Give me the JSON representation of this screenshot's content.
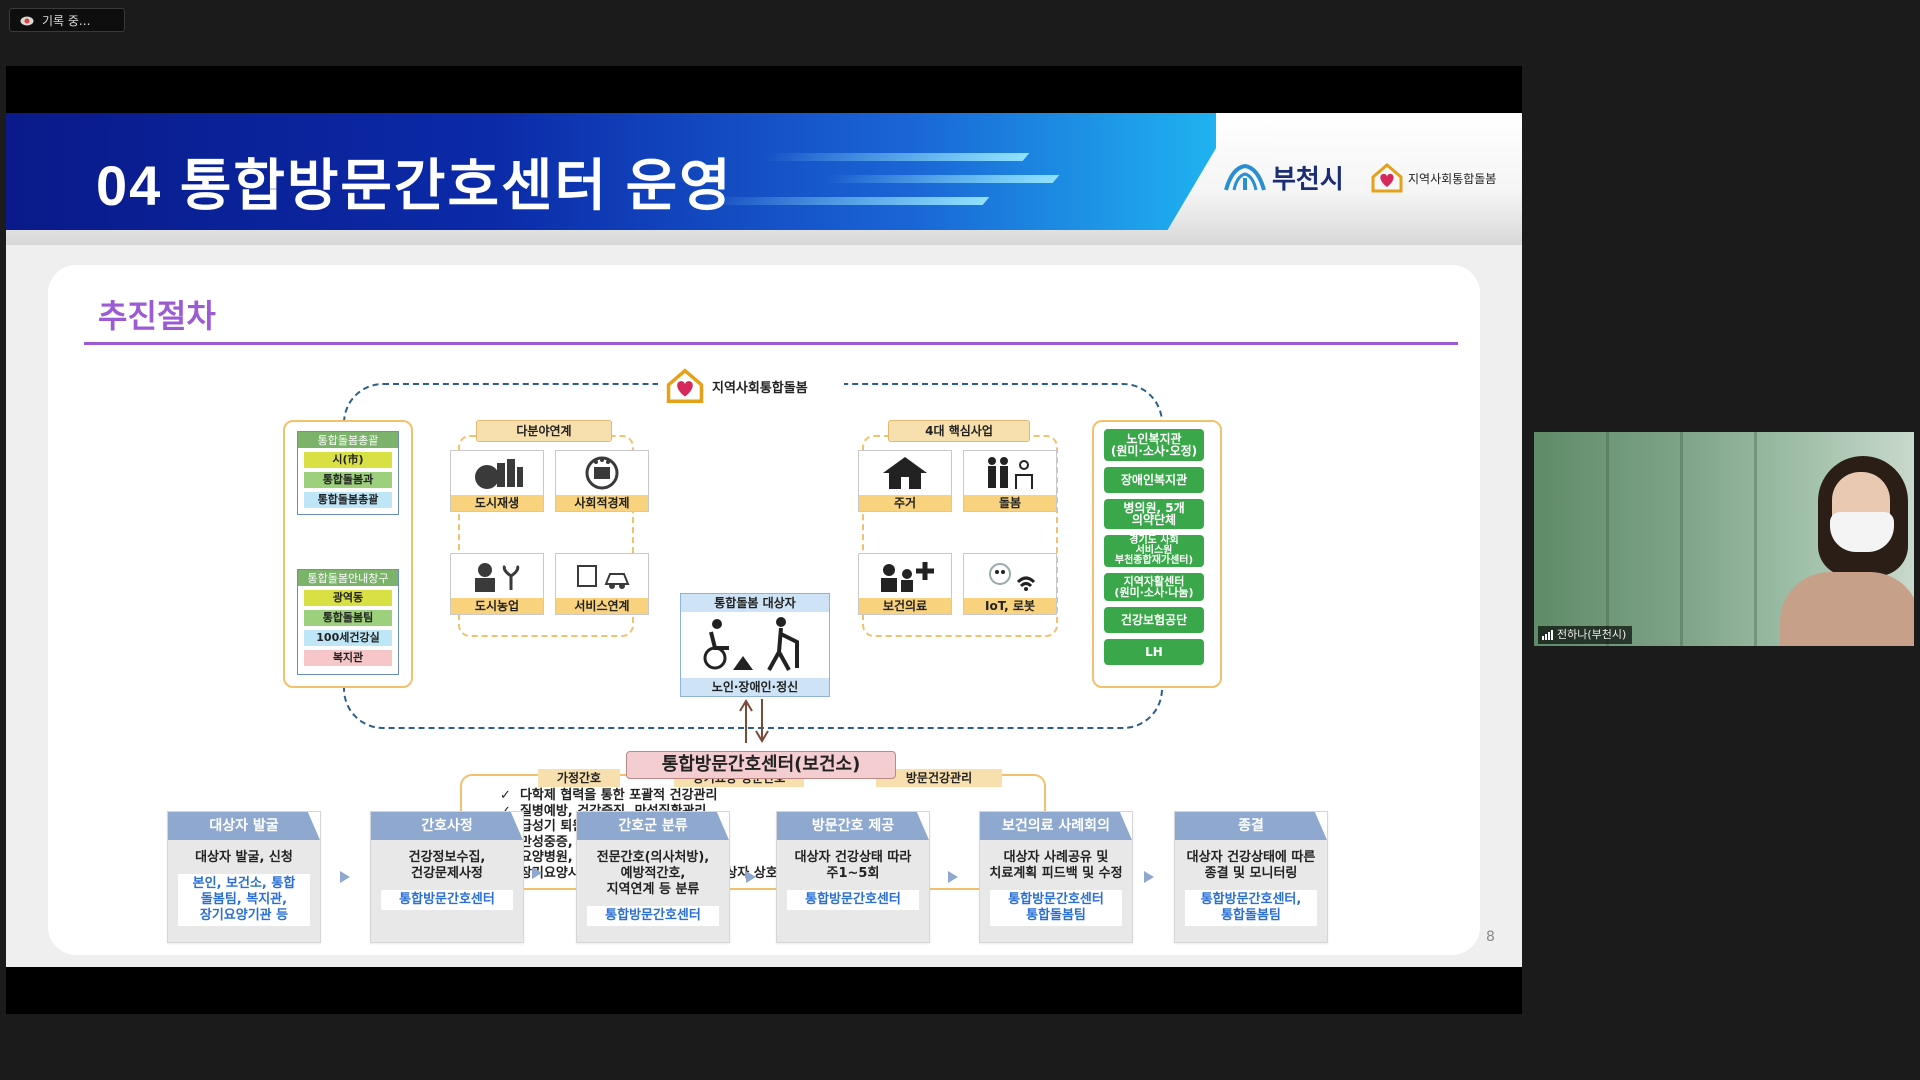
{
  "recording": {
    "label": "기록 중..."
  },
  "slide": {
    "title": "04 통합방문간호센터 운영",
    "logo_city": "부천시",
    "logo_care": "지역사회통합돌봄",
    "section_title": "추진절차",
    "page_number": "8"
  },
  "diagram": {
    "top_logo": "지역사회통합돌봄",
    "left_top": {
      "tag": "통합돌봄총괄",
      "items": [
        "시(市)",
        "통합돌봄과",
        "통합돌봄총괄"
      ]
    },
    "left_bottom": {
      "tag": "통합돌봄안내창구",
      "items": [
        "광역동",
        "통합돌봄팀",
        "100세건강실",
        "복지관"
      ]
    },
    "multi_field": {
      "label": "다분야연계",
      "items": [
        "도시재생",
        "사회적경제",
        "도시농업",
        "서비스연계"
      ]
    },
    "core_four": {
      "label": "4대 핵심사업",
      "items": [
        "주거",
        "돌봄",
        "보건의료",
        "IoT, 로봇"
      ]
    },
    "target": {
      "header": "통합돌봄 대상자",
      "footer": "노인·장애인·정신"
    },
    "right_list": [
      "노인복지관\n(원미·소사·오정)",
      "장애인복지관",
      "병의원, 5개\n의약단체",
      "경기도 사회\n서비스원\n부천종합재가센터)",
      "지역자활센터\n(원미·소사·나눔)",
      "건강보험공단",
      "LH"
    ],
    "center_bar": "통합방문간호센터(보건소)",
    "bottom_tabs": [
      "가정간호",
      "장기요양 방문간호",
      "방문건강관리"
    ],
    "bullets": [
      "다학제 협력을 통한 포괄적 건강관리",
      "질병예방, 건강증진, 만성질환관리",
      "급성기 퇴원 후 회복기 환자관리",
      "만성중증, 자가처치 등 교육 관리",
      "요양병원, 시설 퇴소 후 건강관리",
      "장기요양시설, 관내가정간호사업실  대상자 상호 발굴, 연계"
    ],
    "check": "✓"
  },
  "process": [
    {
      "title": "대상자 발굴",
      "desc": "대상자 발굴, 신청",
      "who": "본인, 보건소, 통합\n돌봄팀, 복지관,\n장기요양기관 등"
    },
    {
      "title": "간호사정",
      "desc": "건강정보수집,\n건강문제사정",
      "who": "통합방문간호센터"
    },
    {
      "title": "간호군 분류",
      "desc": "전문간호(의사처방),\n예방적간호,\n지역연계 등 분류",
      "who": "통합방문간호센터"
    },
    {
      "title": "방문간호 제공",
      "desc": "대상자 건강상태 따라\n주1~5회",
      "who": "통합방문간호센터"
    },
    {
      "title": "보건의료 사례회의",
      "desc": "대상자 사례공유 및\n치료계획 피드백 및 수정",
      "who": "통합방문간호센터\n통합돌봄팀"
    },
    {
      "title": "종결",
      "desc": "대상자 건강상태에 따른\n종결 및 모니터링",
      "who": "통합방문간호센터,\n통합돌봄팀"
    }
  ],
  "participant": {
    "name": "전하나(부천시)"
  },
  "colors": {
    "accent_purple": "#9b5bd4",
    "header_blue": "#0b2aa8",
    "step_header": "#8ea8cf",
    "link_blue": "#2a6fd6"
  }
}
